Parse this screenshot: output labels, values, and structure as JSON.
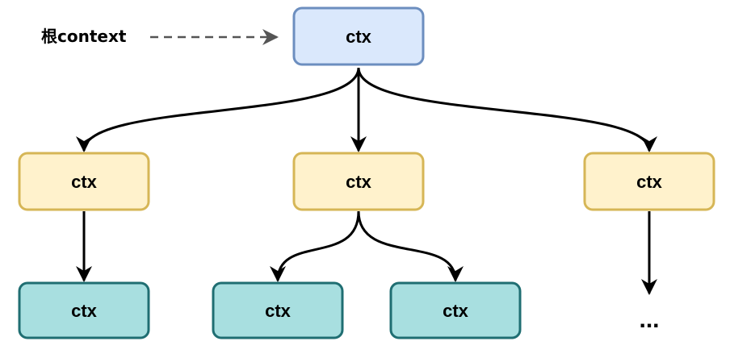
{
  "root_label": "根context",
  "ellipsis": "...",
  "colors": {
    "root_fill": "#dae8fc",
    "root_stroke": "#6c8ebf",
    "level1_fill": "#fff2cc",
    "level1_stroke": "#d6b656",
    "level2_fill": "#a8dfe0",
    "level2_stroke": "#1f6e72",
    "edge": "#000000",
    "dashed_edge": "#555555"
  },
  "nodes": {
    "root": {
      "label": "ctx"
    },
    "l1_left": {
      "label": "ctx"
    },
    "l1_mid": {
      "label": "ctx"
    },
    "l1_right": {
      "label": "ctx"
    },
    "l2_left": {
      "label": "ctx"
    },
    "l2_mid_a": {
      "label": "ctx"
    },
    "l2_mid_b": {
      "label": "ctx"
    }
  }
}
